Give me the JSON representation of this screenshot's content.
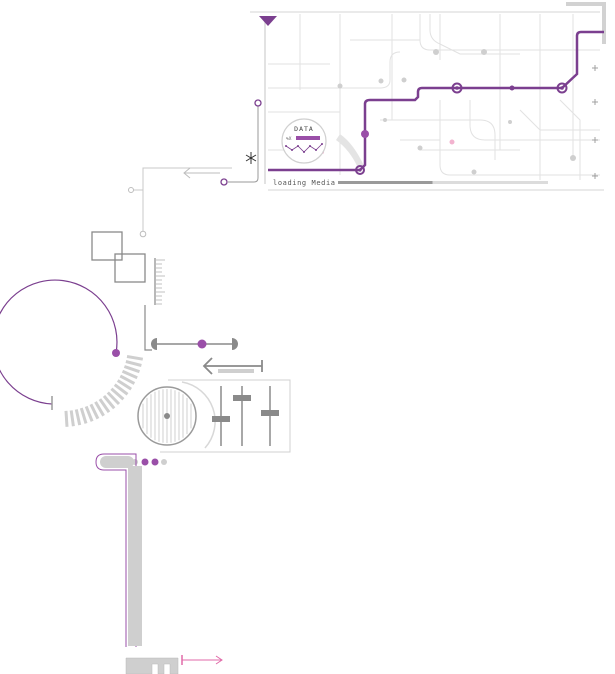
{
  "panel": {
    "data_badge_label": "DATA",
    "data_badge_sub": "%X",
    "loading_label": "loading Media",
    "loading_progress": 0.45
  },
  "colors": {
    "accent": "#7b3f8f",
    "accent_light": "#9a4fa8",
    "pink": "#e06aa8",
    "gray_line": "#c8c8c8",
    "gray_mid": "#9a9a9a",
    "gray_dark": "#808080",
    "gray_fill": "#cfcfcf"
  },
  "controls": {
    "slider_levels": [
      0.55,
      0.2,
      0.45
    ],
    "knob_level": 0.7
  },
  "icons": {
    "marker": "asterisk-icon",
    "arrow_left": "arrow-left-icon",
    "arrow_right": "arrow-right-icon"
  }
}
